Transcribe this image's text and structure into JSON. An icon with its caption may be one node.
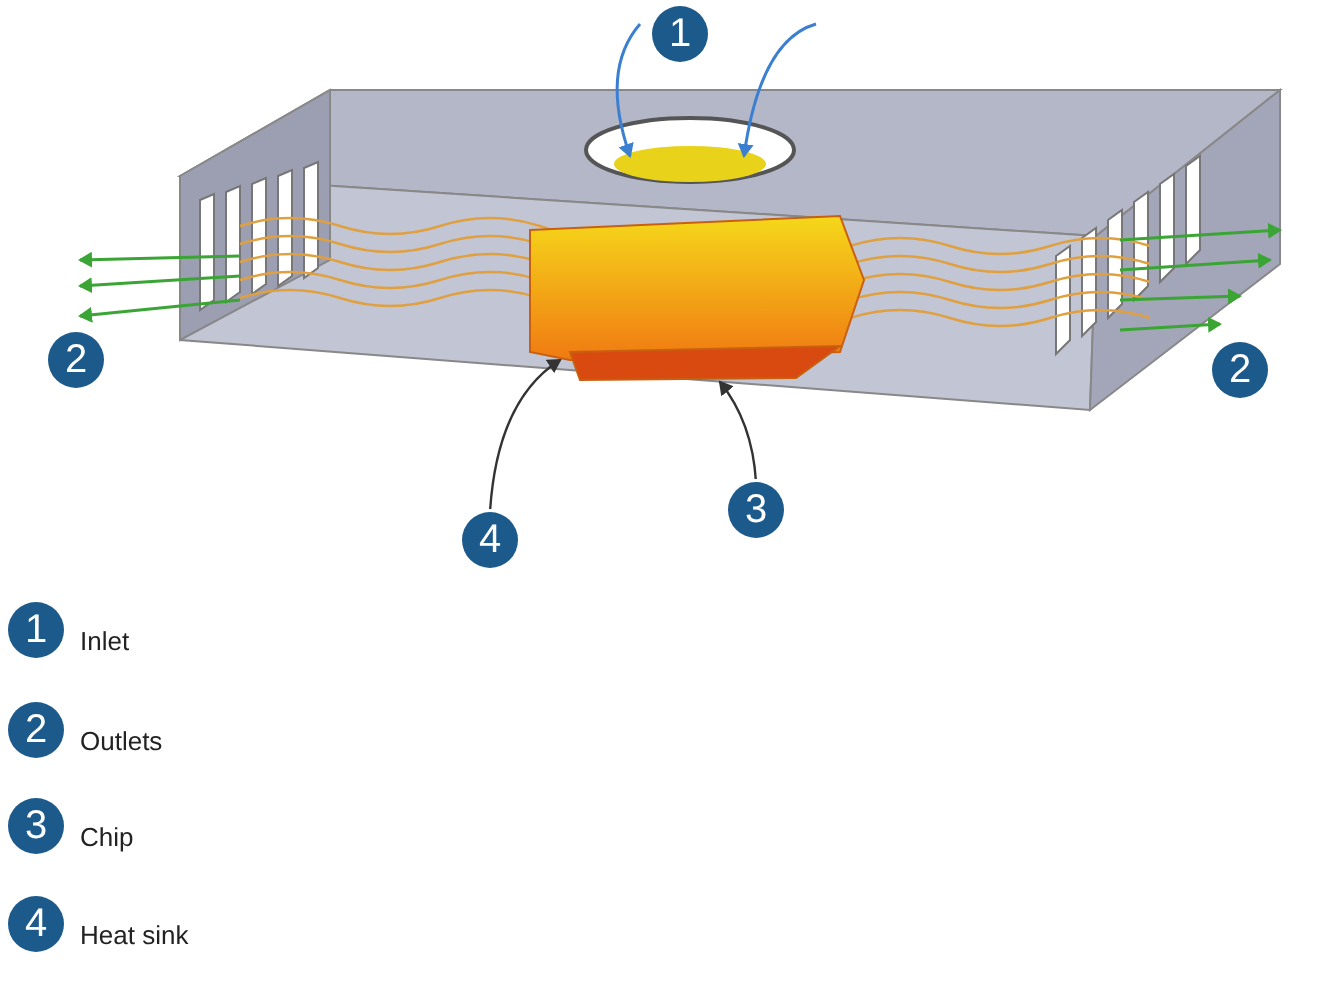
{
  "diagram": {
    "nodes": [
      {
        "text": [
          "1"
        ]
      },
      {
        "text": [
          "2"
        ]
      },
      {
        "text": [
          "2"
        ]
      },
      {
        "text": [],
        "shape": "box"
      },
      {
        "text": [],
        "shape": "box"
      },
      {
        "text": [
          "4"
        ]
      },
      {
        "text": [
          "3"
        ]
      },
      {
        "text": [
          "1"
        ],
        "beside": [
          "Inlet"
        ]
      },
      {
        "text": [
          "2"
        ],
        "beside": [
          "Outlets"
        ]
      },
      {
        "text": [
          "3"
        ],
        "beside": [
          "Chip"
        ]
      },
      {
        "text": [
          "4"
        ],
        "beside": [
          "Heat sink"
        ]
      }
    ],
    "edges": [
      {
        "from": 5,
        "to": 3,
        "arrow": "to"
      },
      {
        "from": 6,
        "to": 4,
        "arrow": "to"
      }
    ]
  }
}
